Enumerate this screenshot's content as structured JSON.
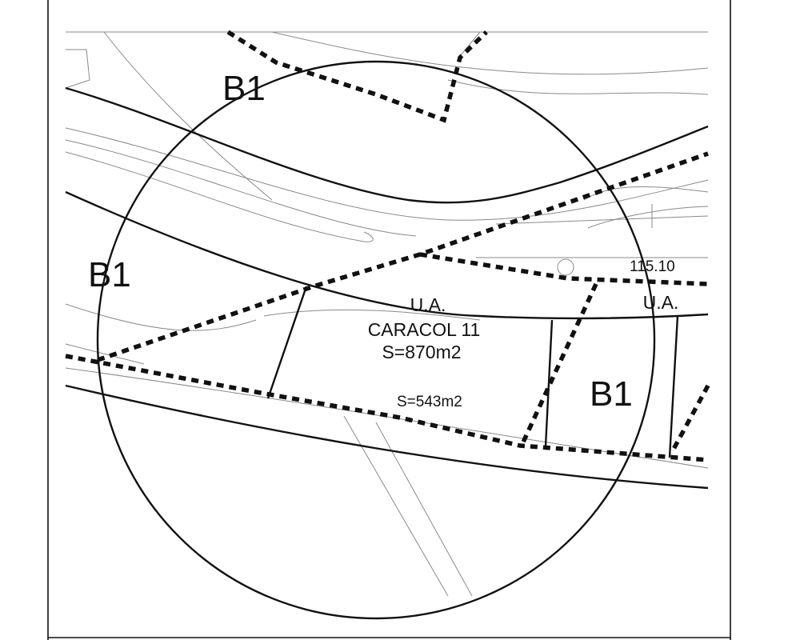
{
  "labels": {
    "zone_b1_top": "B1",
    "zone_b1_left": "B1",
    "zone_b1_right": "B1",
    "ua_center": "U.A.",
    "caracol_name": "CARACOL 11",
    "area_main": "S=870m2",
    "area_secondary": "S=543m2",
    "ua_right": "U.A.",
    "elevation": "115.10"
  },
  "colors": {
    "line": "#111111",
    "faint_line": "#8a8a8a",
    "background": "#ffffff"
  }
}
